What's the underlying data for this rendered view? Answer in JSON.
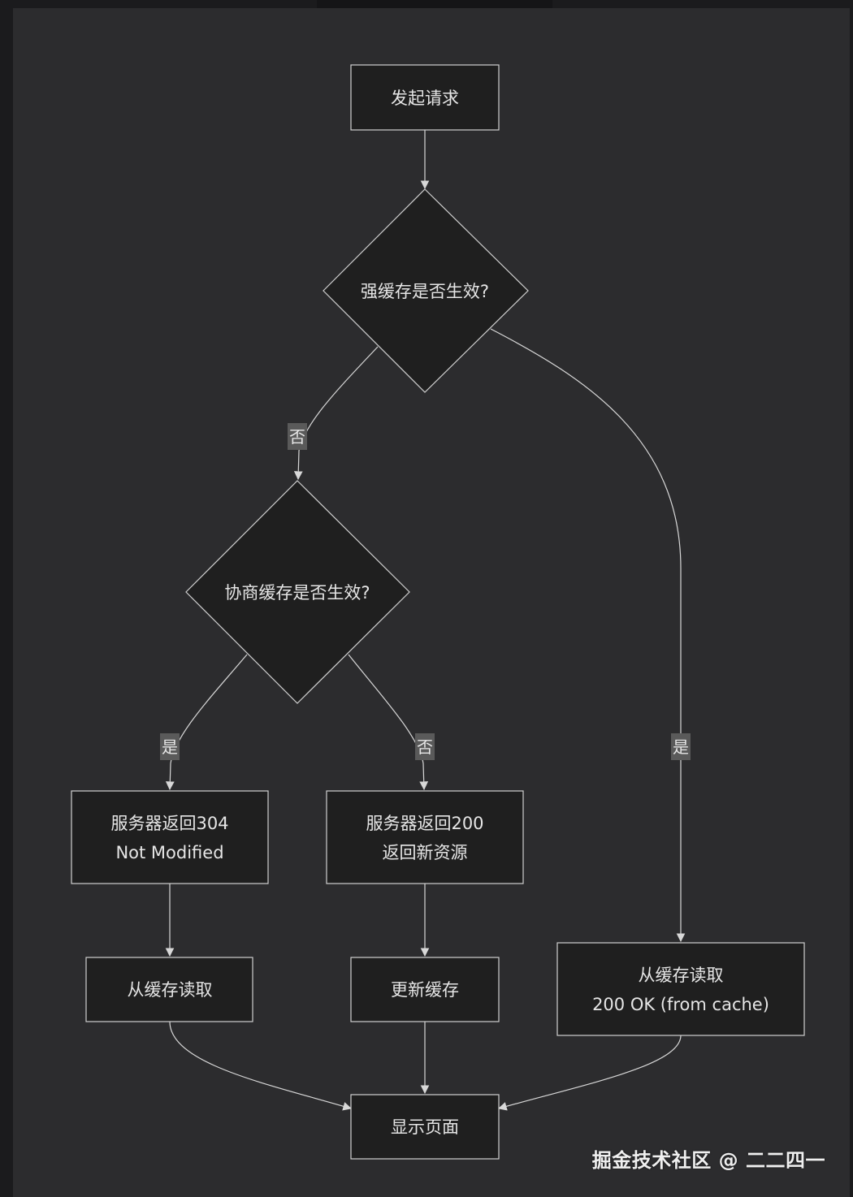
{
  "nodes": {
    "start": [
      "发起请求"
    ],
    "strong_cache_check": [
      "强缓存是否生效?"
    ],
    "negotiate_cache_check": [
      "协商缓存是否生效?"
    ],
    "server_304": [
      "服务器返回304",
      "Not Modified"
    ],
    "server_200": [
      "服务器返回200",
      "返回新资源"
    ],
    "read_cache_left": [
      "从缓存读取"
    ],
    "update_cache": [
      "更新缓存"
    ],
    "read_cache_200": [
      "从缓存读取",
      "200 OK (from cache)"
    ],
    "show_page": [
      "显示页面"
    ]
  },
  "edge_labels": {
    "strong_no": "否",
    "strong_yes": "是",
    "negotiate_yes": "是",
    "negotiate_no": "否"
  },
  "colors": {
    "background": "#2c2c2e",
    "node_fill": "#1f1f1f",
    "node_stroke": "#d0d0d0",
    "edge": "#d8d8d8",
    "edge_label_bg": "#5a5a5a",
    "text": "#e6e6e6"
  },
  "watermark": "掘金技术社区 @ 二二四一"
}
